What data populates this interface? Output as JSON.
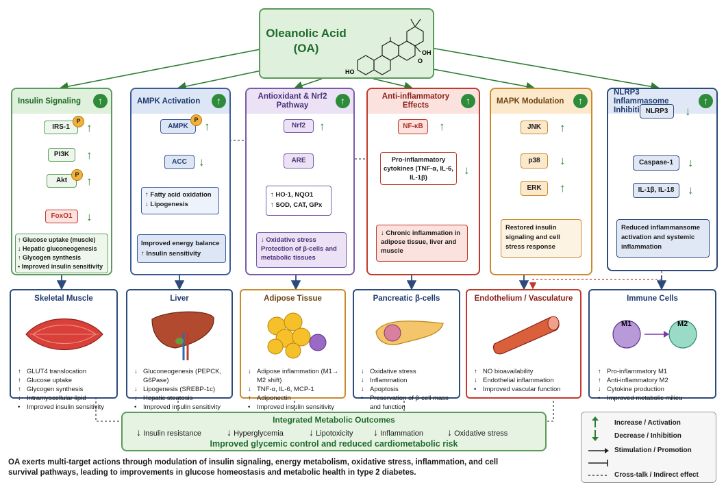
{
  "top": {
    "title": "Oleanolic Acid (OA)",
    "struct_oh": "HO",
    "struct_cooh": "OH",
    "struct_o": "O"
  },
  "panels": [
    {
      "title": "Insulin Signaling",
      "nodes": [
        "IRS-1",
        "PI3K",
        "Akt",
        "FoxO1"
      ],
      "effects": [
        "↑ Glucose uptake (muscle)",
        "↓ Hepatic gluconeogenesis",
        "↑ Glycogen synthesis",
        "• Improved insulin sensitivity"
      ]
    },
    {
      "title": "AMPK Activation",
      "nodes": [
        "AMPK",
        "ACC"
      ],
      "mid": [
        "↑ Fatty acid oxidation",
        "↓ Lipogenesis"
      ],
      "effects": [
        "Improved energy balance",
        "↑ Insulin sensitivity"
      ]
    },
    {
      "title": "Antioxidant & Nrf2 Pathway",
      "nodes": [
        "Nrf2",
        "ARE"
      ],
      "mid": [
        "↑ HO-1, NQO1",
        "↑ SOD, CAT, GPx"
      ],
      "effects": [
        "↓ Oxidative stress",
        "Protection of β-cells and metabolic tissues"
      ]
    },
    {
      "title": "Anti-inflammatory Effects",
      "nodes": [
        "NF-κB"
      ],
      "mid": [
        "Pro-inflammatory cytokines (TNF-α, IL-6, IL-1β)"
      ],
      "effects": [
        "↓ Chronic inflammation in adipose tissue, liver and muscle"
      ]
    },
    {
      "title": "MAPK Modulation",
      "nodes": [
        "JNK",
        "p38",
        "ERK"
      ],
      "effects": [
        "Restored insulin signaling and cell stress response"
      ]
    },
    {
      "title": "NLRP3 Inflammasome Inhibition",
      "nodes": [
        "NLRP3",
        "Caspase-1",
        "IL-1β, IL-18"
      ],
      "effects": [
        "Reduced inflammansome activation and systemic inflammation"
      ]
    }
  ],
  "p_badge": "P",
  "tissues": [
    {
      "title": "Skeletal Muscle",
      "items": [
        [
          "↑",
          "GLUT4 translocation"
        ],
        [
          "↑",
          "Glucose uptake"
        ],
        [
          "↑",
          "Glycogen synthesis"
        ],
        [
          "↓",
          "Intramyocellular lipid"
        ],
        [
          "•",
          "Improved insulin sensitivity"
        ]
      ]
    },
    {
      "title": "Liver",
      "items": [
        [
          "↓",
          "Gluconeogenesis (PEPCK, G6Pase)"
        ],
        [
          "↓",
          "Lipogenesis (SREBP-1c)"
        ],
        [
          "↓",
          "Hepatic steatosis"
        ],
        [
          "•",
          "Improved insulin sensitivity"
        ]
      ]
    },
    {
      "title": "Adipose Tissue",
      "items": [
        [
          "↓",
          "Adipose inflammation (M1→ M2 shift)"
        ],
        [
          "↓",
          "TNF-α, IL-6, MCP-1"
        ],
        [
          "↑",
          "Adiponectin"
        ],
        [
          "•",
          "Improved insulin sensitivity"
        ]
      ]
    },
    {
      "title": "Pancreatic β-cells",
      "items": [
        [
          "↓",
          "Oxidative stress"
        ],
        [
          "↓",
          "Inflammation"
        ],
        [
          "↓",
          "Apoptosis"
        ],
        [
          "•",
          "Preservation of β-cell mass and function"
        ]
      ]
    },
    {
      "title": "Endothelium / Vasculature",
      "items": [
        [
          "↑",
          "NO bioavailability"
        ],
        [
          "↓",
          "Endothelial inflammation"
        ],
        [
          "•",
          "Improved vascular function"
        ]
      ]
    },
    {
      "title": "Immune Cells",
      "m1": "M1",
      "m2": "M2",
      "items": [
        [
          "↑",
          "Pro-inflammatory M1"
        ],
        [
          "↑",
          "Anti-inflammatory M2"
        ],
        [
          "↓",
          "Cytokine production"
        ],
        [
          "•",
          "Improved metabolic milieu"
        ]
      ]
    }
  ],
  "outcomes": {
    "title": "Integrated Metabolic Outcomes",
    "items": [
      "Insulin resistance",
      "Hyperglycemia",
      "Lipotoxicity",
      "Inflammation",
      "Oxidative stress"
    ],
    "footer": "Improved glycemic control and reduced cardiometabolic risk"
  },
  "legend": [
    "Increase / Activation",
    "Decrease / Inhibition",
    "Stimulation / Promotion",
    "",
    "Cross-talk / Indirect effect"
  ],
  "caption": "OA exerts multi-target actions through modulation of insulin signaling, energy metabolism, oxidative stress, inflammation, and cell survival pathways, leading to improvements in glucose homeostasis and metabolic health in type 2 diabetes.",
  "colors": {
    "green": "#2e8b3a",
    "blue": "#3a5a9a",
    "purple": "#7a5aa8",
    "red": "#c0392b",
    "orange": "#c98a2e",
    "navy": "#2c4a7a"
  }
}
